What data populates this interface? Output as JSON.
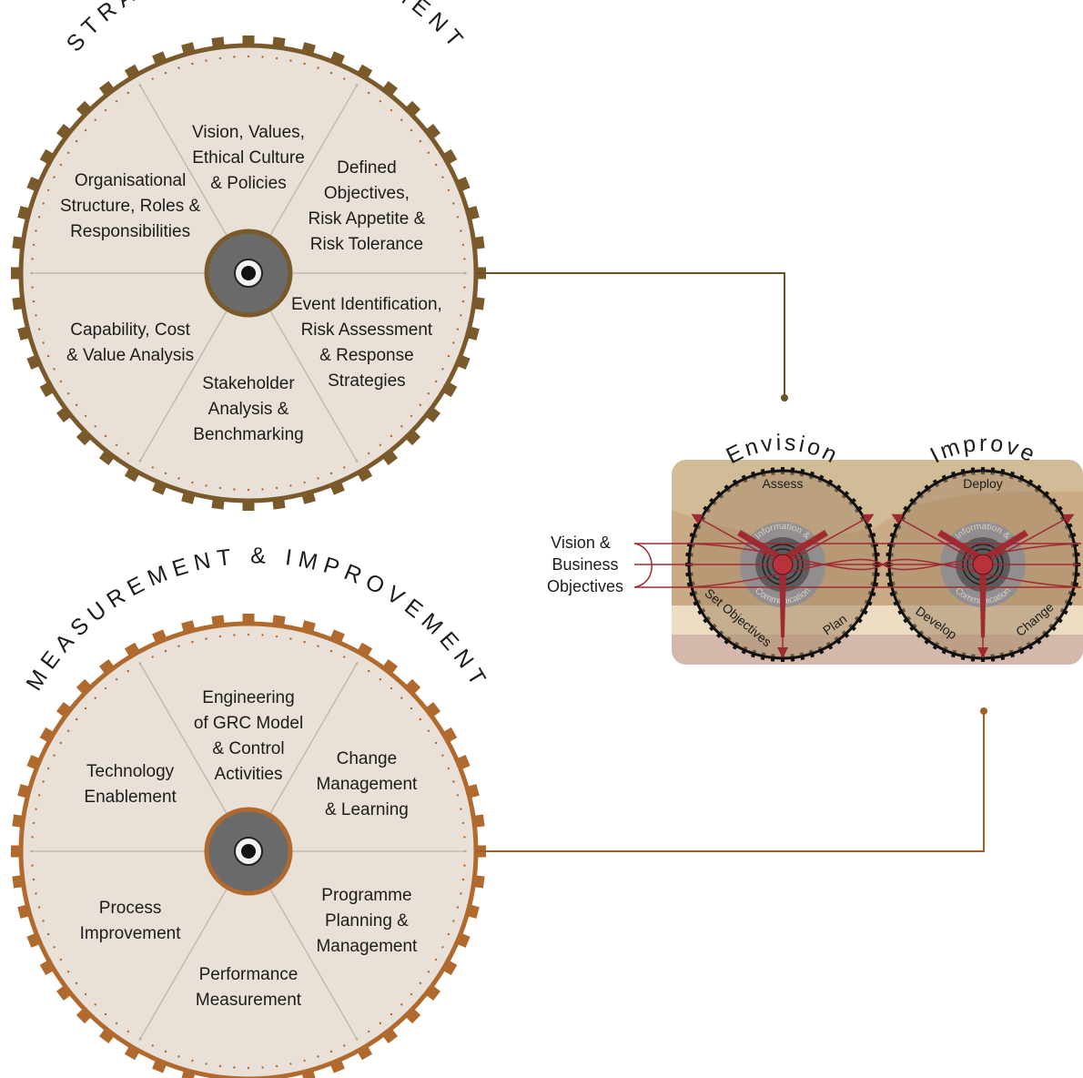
{
  "colors": {
    "gear1": "#7a5a2b",
    "gear2": "#b06a2e",
    "face": "#e9e0d8",
    "hub": "#6a6a6a",
    "needle": "#a02a32",
    "connector1": "#6b4f25",
    "connector2": "#a0602a",
    "panel_top": "#d2bc98",
    "panel_mid": "#c9a882",
    "panel_band": "#ecdcc2",
    "panel_bottom": "#d5b8ac"
  },
  "wheels": [
    {
      "id": "strategy",
      "title": "STRATEGY & ASSESSMENT",
      "segments": [
        [
          "Vision, Values,",
          "Ethical Culture",
          "& Policies"
        ],
        [
          "Defined",
          "Objectives,",
          "Risk Appetite &",
          "Risk Tolerance"
        ],
        [
          "Event Identification,",
          "Risk Assessment",
          "& Response",
          "Strategies"
        ],
        [
          "Stakeholder",
          "Analysis &",
          "Benchmarking"
        ],
        [
          "Capability, Cost",
          "& Value Analysis"
        ],
        [
          "Organisational",
          "Structure, Roles &",
          "Responsibilities"
        ]
      ]
    },
    {
      "id": "measurement",
      "title": "MEASUREMENT & IMPROVEMENT",
      "segments": [
        [
          "Engineering",
          "of GRC Model",
          "& Control",
          "Activities"
        ],
        [
          "Change",
          "Management",
          "& Learning"
        ],
        [
          "Programme",
          "Planning &",
          "Management"
        ],
        [
          "Performance",
          "Measurement"
        ],
        [
          "Process",
          "Improvement"
        ],
        [
          "Technology",
          "Enablement"
        ]
      ]
    }
  ],
  "small_wheels": [
    {
      "title": "Envision",
      "top": "Assess",
      "left": "Set Objectives",
      "right": "Plan",
      "ring_top": "Information &",
      "ring_bottom": "Communication"
    },
    {
      "title": "Improve",
      "top": "Deploy",
      "left": "Develop",
      "right": "Change",
      "ring_top": "Information &",
      "ring_bottom": "Communication"
    }
  ],
  "side_label": [
    "Vision &",
    "Business",
    "Objectives"
  ]
}
